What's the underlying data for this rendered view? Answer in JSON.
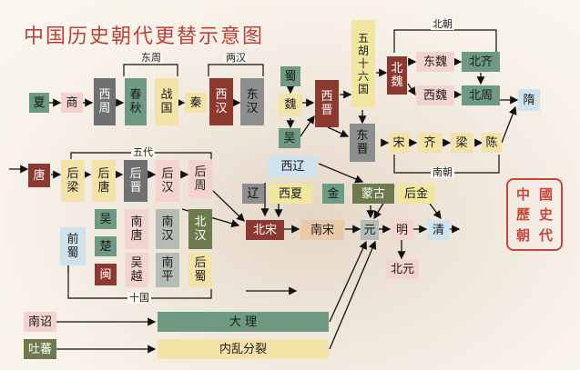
{
  "title": "中国历史朝代更替示意图",
  "seal": [
    "中",
    "國",
    "歷",
    "史",
    "朝",
    "代"
  ],
  "labels": {
    "dongzhou": "东周",
    "lianghan": "两汉",
    "beichao": "北朝",
    "nanchao": "南朝",
    "wudai": "五代",
    "shiguo": "十国"
  },
  "boxes": {
    "xia": "夏",
    "shang": "商",
    "xizhou": "西周",
    "chunqiu": "春秋",
    "zhanguo": "战国",
    "qin": "秦",
    "xihan": "西汉",
    "donghan": "东汉",
    "shu": "蜀",
    "wei": "魏",
    "wu": "吴",
    "xijin": "西晋",
    "wuhu": "五胡十六国",
    "dongjin": "东晋",
    "beiwei": "北魏",
    "dongwei": "东魏",
    "beiqi": "北齐",
    "xiwei": "西魏",
    "beizhou": "北周",
    "sui": "隋",
    "song_s": "宋",
    "qi_s": "齐",
    "liang_s": "梁",
    "chen": "陈",
    "tang": "唐",
    "houliang": "后梁",
    "houtang": "后唐",
    "houjin": "后晋",
    "houhan": "后汉",
    "houzhou": "后周",
    "xiliao": "西辽",
    "liao": "辽",
    "xixia": "西夏",
    "jin": "金",
    "menggu": "蒙古",
    "houjin2": "后金",
    "beisong": "北宋",
    "nansong": "南宋",
    "yuan": "元",
    "ming": "明",
    "qing": "清",
    "beiyuan": "北元",
    "qianshu": "前蜀",
    "wu10": "吴",
    "nantang": "南唐",
    "nanhan": "南汉",
    "beihan": "北汉",
    "chu": "楚",
    "min": "闽",
    "wuyue": "吴越",
    "nanping": "南平",
    "houshu": "后蜀",
    "nanzhao": "南诏",
    "dali": "大 理",
    "tubo": "吐蕃",
    "neiluan": "内乱分裂"
  }
}
